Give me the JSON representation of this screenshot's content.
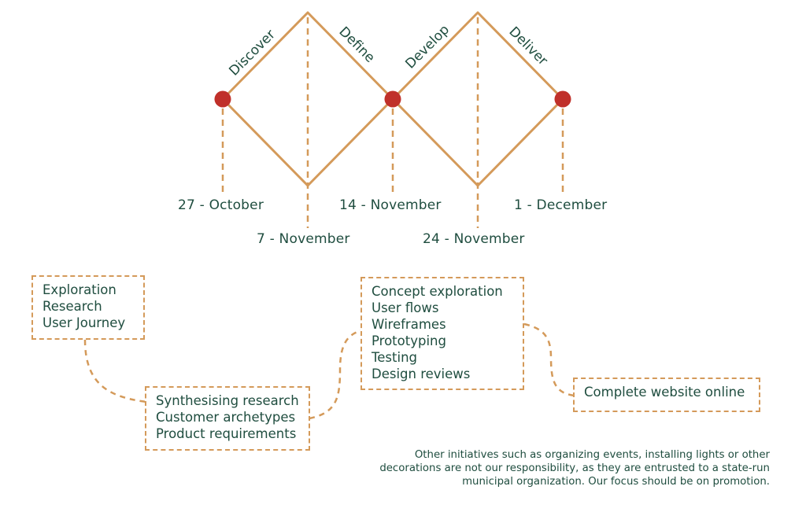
{
  "colors": {
    "line": "#d49a5a",
    "node": "#c0302a",
    "text": "#1f4d3f"
  },
  "phases": [
    "Discover",
    "Define",
    "Develop",
    "Deliver"
  ],
  "dates": [
    "27 - October",
    "7 - November",
    "14 - November",
    "24 - November",
    "1 - December"
  ],
  "boxes": {
    "discover": [
      "Exploration",
      "Research",
      "User Journey"
    ],
    "define": [
      "Synthesising research",
      "Customer archetypes",
      "Product requirements"
    ],
    "develop": [
      "Concept exploration",
      "User flows",
      "Wireframes",
      "Prototyping",
      "Testing",
      "Design reviews"
    ],
    "deliver": [
      "Complete website online"
    ]
  },
  "note": "Other initiatives such as organizing events, installing lights or other decorations are not our responsibility, as they are entrusted to a state-run municipal organization. Our focus should be on promotion."
}
